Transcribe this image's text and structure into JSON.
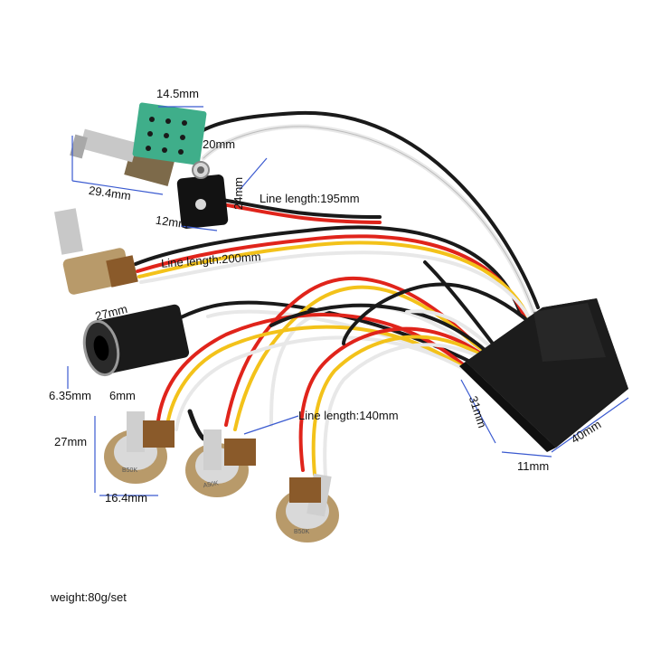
{
  "dimensions": {
    "switch_width": "14.5mm",
    "switch_height": "20mm",
    "switch_length": "29.4mm",
    "battery_clip_height": "24mm",
    "battery_clip_width": "12mm",
    "pot_shaft": "27mm",
    "jack_diameter": "6.35mm",
    "pot_shaft_diameter": "6mm",
    "pot_height": "27mm",
    "pot_width": "16.4mm",
    "preamp_height": "31mm",
    "preamp_thickness": "11mm",
    "preamp_width": "40mm"
  },
  "line_lengths": {
    "battery": "Line length:195mm",
    "jack": "Line length:200mm",
    "pots": "Line length:140mm"
  },
  "pot_markings": {
    "pot1": "B50K",
    "pot2": "A50K",
    "pot3": "B50K"
  },
  "weight": "weight:80g/set",
  "colors": {
    "wire_black": "#1a1a1a",
    "wire_red": "#e0241b",
    "wire_yellow": "#f3c21a",
    "wire_white": "#e8e8e8",
    "pcb_green": "#3fae8a",
    "pot_brass": "#c9a46a",
    "pot_body": "#9a5a2a",
    "preamp_box": "#1c1c1c"
  }
}
